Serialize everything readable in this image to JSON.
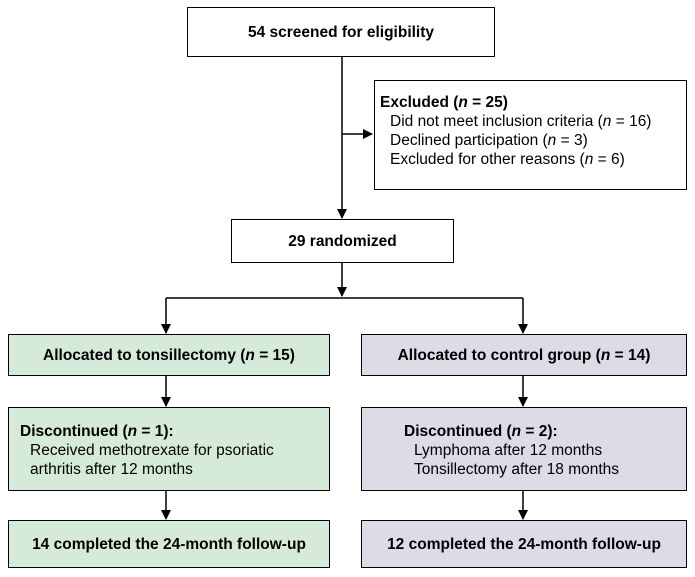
{
  "screened": {
    "label": "54 screened for eligibility"
  },
  "excluded": {
    "title_prefix": "Excluded (",
    "title_n": "n",
    "title_suffix": " = 25)",
    "reasons": [
      {
        "text": "Did not meet inclusion criteria (",
        "n": "n",
        "suffix": " = 16)"
      },
      {
        "text": "Declined participation (",
        "n": "n",
        "suffix": " = 3)"
      },
      {
        "text": "Excluded for other reasons (",
        "n": "n",
        "suffix": " = 6)"
      }
    ]
  },
  "randomized": {
    "label": "29 randomized"
  },
  "allocated_left": {
    "prefix": "Allocated to tonsillectomy (",
    "n": "n",
    "suffix": " = 15)"
  },
  "allocated_right": {
    "prefix": "Allocated to control group (",
    "n": "n",
    "suffix": " = 14)"
  },
  "discontinued_left": {
    "title_prefix": "Discontinued (",
    "title_n": "n",
    "title_suffix": " = 1):",
    "lines": [
      "Received methotrexate for psoriatic",
      "arthritis after 12 months"
    ]
  },
  "discontinued_right": {
    "title_prefix": "Discontinued (",
    "title_n": "n",
    "title_suffix": " = 2):",
    "lines": [
      "Lymphoma after 12 months",
      "Tonsillectomy after 18 months"
    ]
  },
  "completed_left": {
    "label": "14 completed the 24-month follow-up"
  },
  "completed_right": {
    "label": "12 completed the 24-month follow-up"
  },
  "colors": {
    "left_fill": "#d6ead9",
    "right_fill": "#dcdbe6",
    "line": "#000000"
  }
}
